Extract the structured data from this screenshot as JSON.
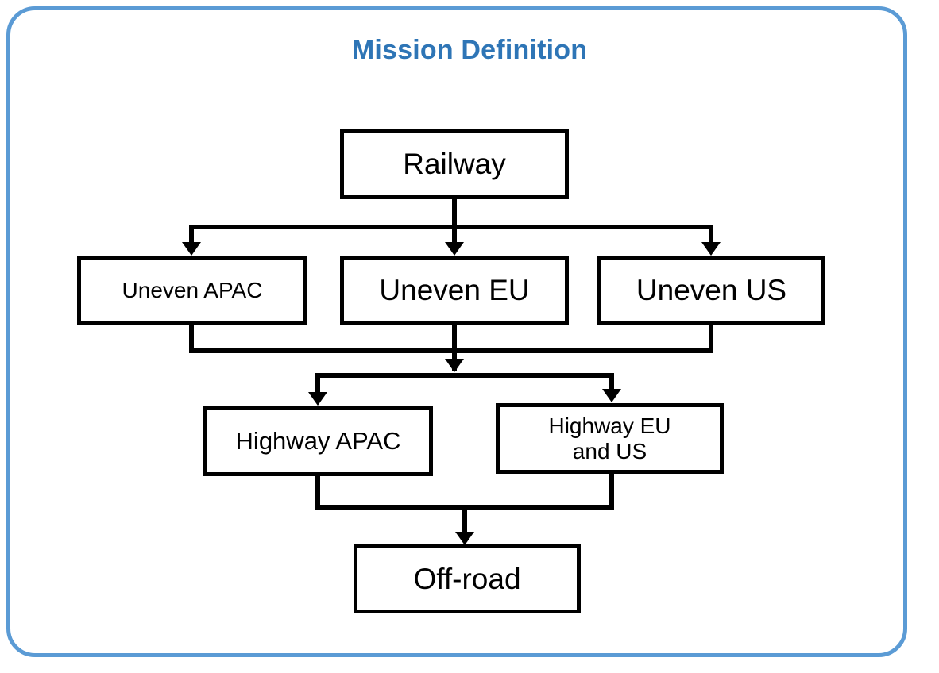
{
  "frame": {
    "border_color": "#5B9BD5",
    "background": "#FFFFFF"
  },
  "title": {
    "text": "Mission Definition",
    "color": "#2E75B6"
  },
  "diagram": {
    "type": "flowchart",
    "orientation": "top-down",
    "node_border_color": "#000000",
    "node_fill": "#FFFFFF",
    "connector_color": "#000000",
    "nodes": [
      {
        "id": "railway",
        "label": "Railway",
        "level": 1
      },
      {
        "id": "uneven-apac",
        "label": "Uneven APAC",
        "level": 2
      },
      {
        "id": "uneven-eu",
        "label": "Uneven EU",
        "level": 2
      },
      {
        "id": "uneven-us",
        "label": "Uneven US",
        "level": 2
      },
      {
        "id": "hwy-apac",
        "label": "Highway APAC",
        "level": 3
      },
      {
        "id": "hwy-eu-us",
        "label_line1": "Highway EU",
        "label_line2": "and US",
        "level": 3
      },
      {
        "id": "offroad",
        "label": "Off-road",
        "level": 4
      }
    ],
    "edges": [
      {
        "from": "railway",
        "to": "uneven-apac"
      },
      {
        "from": "railway",
        "to": "uneven-eu"
      },
      {
        "from": "railway",
        "to": "uneven-us"
      },
      {
        "from": "uneven-apac",
        "to": "hwy-apac"
      },
      {
        "from": "uneven-eu",
        "to": "hwy-apac"
      },
      {
        "from": "uneven-us",
        "to": "hwy-apac"
      },
      {
        "from": "uneven-apac",
        "to": "hwy-eu-us"
      },
      {
        "from": "uneven-eu",
        "to": "hwy-eu-us"
      },
      {
        "from": "uneven-us",
        "to": "hwy-eu-us"
      },
      {
        "from": "hwy-apac",
        "to": "offroad"
      },
      {
        "from": "hwy-eu-us",
        "to": "offroad"
      }
    ]
  }
}
